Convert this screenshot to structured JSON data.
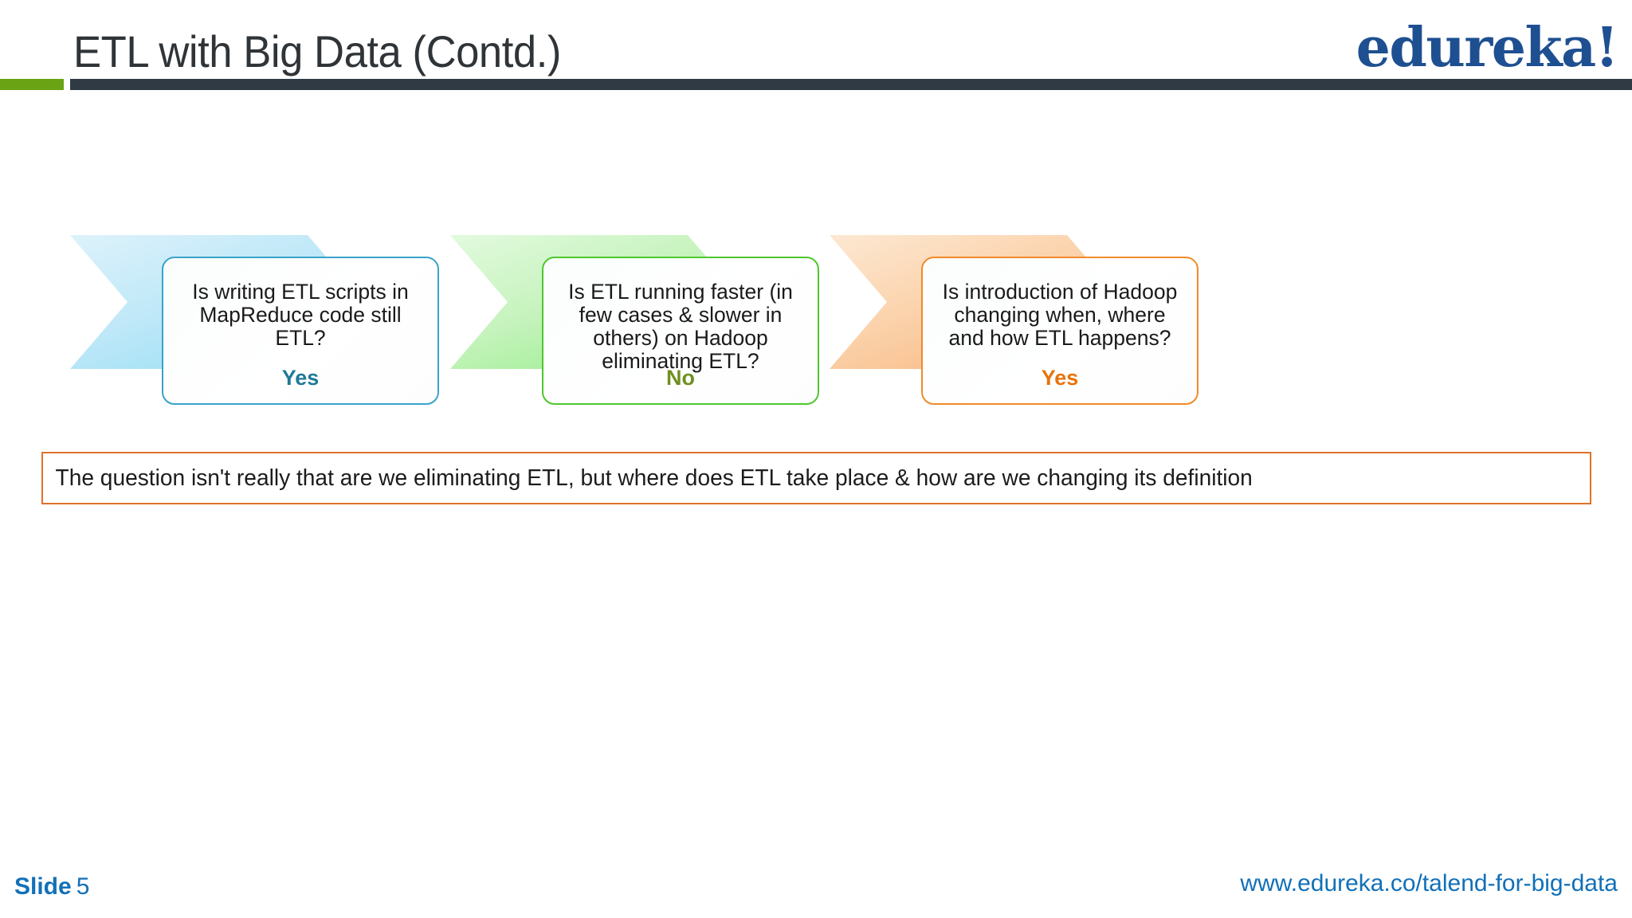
{
  "header": {
    "title": "ETL with Big Data (Contd.)",
    "logo": "edureka!",
    "accent_green": "#6aa313",
    "rule_dark": "#303a45",
    "logo_color": "#1e5091"
  },
  "flow": {
    "steps": [
      {
        "id": "step-1",
        "question": "Is writing ETL scripts in MapReduce code still ETL?",
        "answer": "Yes",
        "chevron_color": "#8ddcf4",
        "border_color": "#39a3c9",
        "answer_color": "#1f7996"
      },
      {
        "id": "step-2",
        "question": "Is ETL running faster (in few cases & slower in others) on Hadoop eliminating ETL?",
        "answer": "No",
        "chevron_color": "#8ced80",
        "border_color": "#4ec72e",
        "answer_color": "#6f9021"
      },
      {
        "id": "step-3",
        "question": "Is introduction of Hadoop changing when, where and how ETL happens?",
        "answer": "Yes",
        "chevron_color": "#f7b276",
        "border_color": "#f08a2a",
        "answer_color": "#e8730d"
      }
    ]
  },
  "banner": {
    "text": "The question isn't really that are we eliminating ETL, but where does ETL take place & how are we changing its definition",
    "border_color": "#e0722a"
  },
  "footer": {
    "slide_label": "Slide",
    "slide_number": "5",
    "url": "www.edureka.co/talend-for-big-data",
    "color": "#1170b8"
  }
}
